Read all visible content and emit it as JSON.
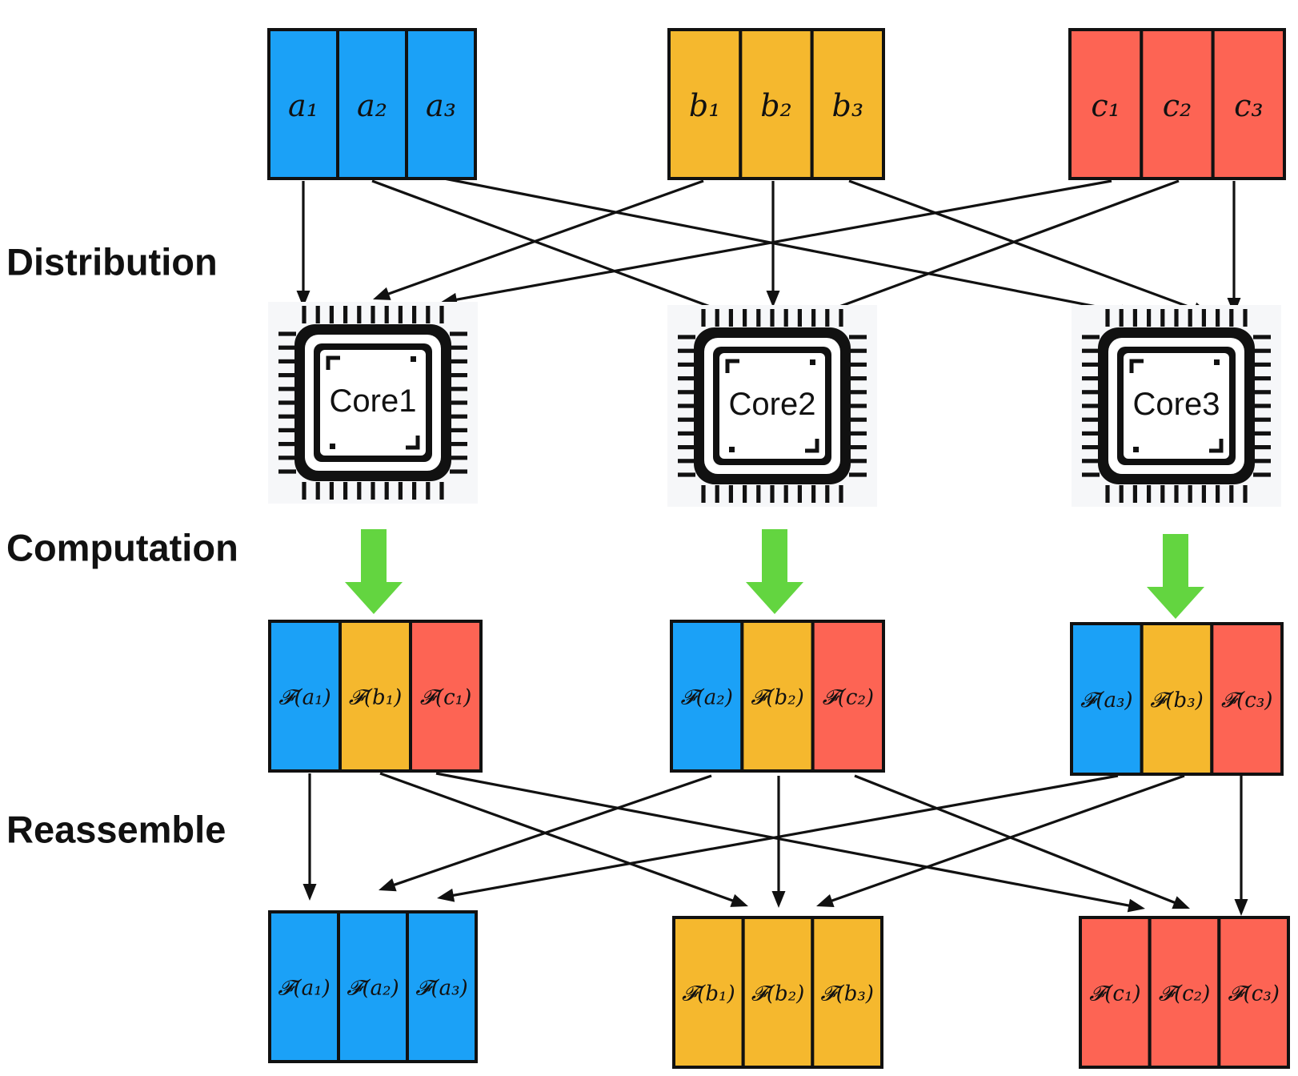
{
  "colors": {
    "a": "#1ba1f7",
    "b": "#f5b82e",
    "c": "#fd6454",
    "compute_arrow": "#63d540",
    "stroke": "#111111",
    "chip_background": "#f6f7f9"
  },
  "stages": {
    "distribution": "Distribution",
    "computation": "Computation",
    "reassemble": "Reassemble"
  },
  "input_groups": [
    {
      "color_key": "a",
      "cells": [
        "a₁",
        "a₂",
        "a₃"
      ]
    },
    {
      "color_key": "b",
      "cells": [
        "b₁",
        "b₂",
        "b₃"
      ]
    },
    {
      "color_key": "c",
      "cells": [
        "c₁",
        "c₂",
        "c₃"
      ]
    }
  ],
  "cores": [
    {
      "label": "Core1",
      "icon": "cpu-chip-icon"
    },
    {
      "label": "Core2",
      "icon": "cpu-chip-icon"
    },
    {
      "label": "Core3",
      "icon": "cpu-chip-icon"
    }
  ],
  "computed_groups": [
    {
      "cells": [
        {
          "color_key": "a",
          "text": "𝓕(a₁)"
        },
        {
          "color_key": "b",
          "text": "𝓕(b₁)"
        },
        {
          "color_key": "c",
          "text": "𝓕(c₁)"
        }
      ]
    },
    {
      "cells": [
        {
          "color_key": "a",
          "text": "𝓕(a₂)"
        },
        {
          "color_key": "b",
          "text": "𝓕(b₂)"
        },
        {
          "color_key": "c",
          "text": "𝓕(c₂)"
        }
      ]
    },
    {
      "cells": [
        {
          "color_key": "a",
          "text": "𝓕(a₃)"
        },
        {
          "color_key": "b",
          "text": "𝓕(b₃)"
        },
        {
          "color_key": "c",
          "text": "𝓕(c₃)"
        }
      ]
    }
  ],
  "output_groups": [
    {
      "color_key": "a",
      "cells": [
        "𝓕(a₁)",
        "𝓕(a₂)",
        "𝓕(a₃)"
      ]
    },
    {
      "color_key": "b",
      "cells": [
        "𝓕(b₁)",
        "𝓕(b₂)",
        "𝓕(b₃)"
      ]
    },
    {
      "color_key": "c",
      "cells": [
        "𝓕(c₁)",
        "𝓕(c₂)",
        "𝓕(c₃)"
      ]
    }
  ]
}
